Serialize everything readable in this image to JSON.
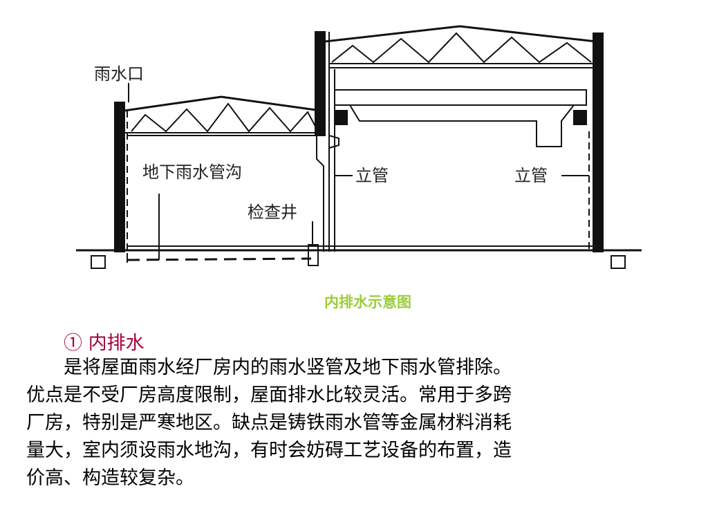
{
  "diagram": {
    "labels": {
      "rain_outlet": "雨水口",
      "underground_trench": "地下雨水管沟",
      "inspection_well": "检查井",
      "downpipe_left": "立管",
      "downpipe_right": "立管"
    },
    "caption": "内排水示意图"
  },
  "section": {
    "heading": "①  内排水",
    "paragraph_lines": [
      "　　是将屋面雨水经厂房内的雨水竖管及地下雨水管排除。",
      "优点是不受厂房高度限制，屋面排水比较灵活。常用于多跨",
      "厂房，特别是严寒地区。缺点是铸铁雨水管等金属材料消耗",
      "量大，室内须设雨水地沟，有时会妨碍工艺设备的布置，造",
      "价高、构造较复杂。"
    ]
  },
  "colors": {
    "caption": "#9ccc3a",
    "heading": "#a5003a",
    "line_art": "#111111"
  }
}
